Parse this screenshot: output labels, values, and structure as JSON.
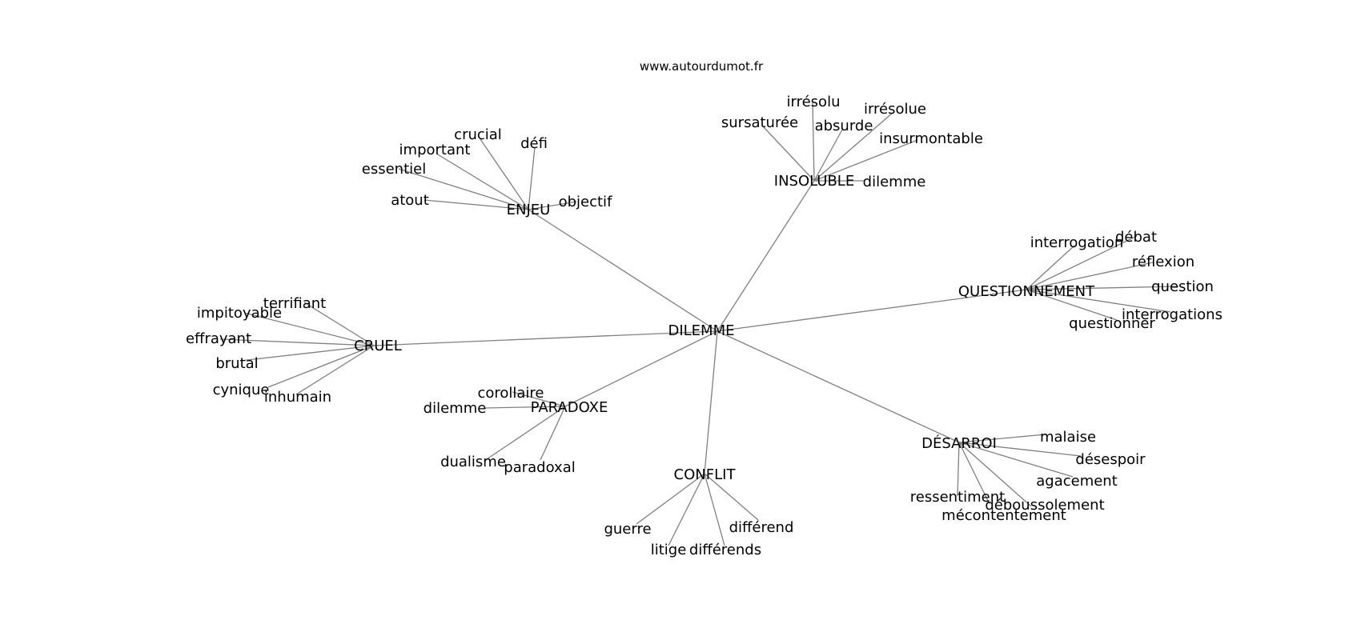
{
  "source": "www.autourdumot.fr",
  "graph": {
    "root": "DILEMME",
    "clusters": [
      {
        "hub": "ENJEU",
        "leaves": [
          "crucial",
          "défi",
          "important",
          "essentiel",
          "atout",
          "objectif"
        ]
      },
      {
        "hub": "INSOLUBLE",
        "leaves": [
          "irrésolu",
          "irrésolue",
          "sursaturée",
          "absurde",
          "insurmontable",
          "dilemme"
        ]
      },
      {
        "hub": "QUESTIONNEMENT",
        "leaves": [
          "interrogation",
          "débat",
          "réflexion",
          "question",
          "interrogations",
          "questionner"
        ]
      },
      {
        "hub": "CRUEL",
        "leaves": [
          "terrifiant",
          "impitoyable",
          "effrayant",
          "brutal",
          "cynique",
          "inhumain"
        ]
      },
      {
        "hub": "PARADOXE",
        "leaves": [
          "corollaire",
          "dilemme",
          "dualisme",
          "paradoxal"
        ]
      },
      {
        "hub": "CONFLIT",
        "leaves": [
          "guerre",
          "litige",
          "différends",
          "différend"
        ]
      },
      {
        "hub": "DÉSARROI",
        "leaves": [
          "malaise",
          "désespoir",
          "agacement",
          "déboussolement",
          "ressentiment",
          "mécontentement"
        ]
      }
    ]
  }
}
